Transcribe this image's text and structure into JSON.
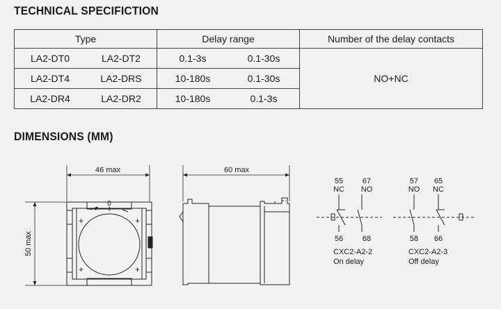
{
  "title_spec": "TECHNICAL SPECIFICTION",
  "title_dim": "DIMENSIONS (MM)",
  "table": {
    "headers": [
      "Type",
      "Delay range",
      "Number of the delay contacts"
    ],
    "rows": [
      {
        "type_a": "LA2-DT0",
        "type_b": "LA2-DT2",
        "range_a": "0.1-3s",
        "range_b": "0.1-30s"
      },
      {
        "type_a": "LA2-DT4",
        "type_b": "LA2-DRS",
        "range_a": "10-180s",
        "range_b": "0.1-30s"
      },
      {
        "type_a": "LA2-DR4",
        "type_b": "LA2-DR2",
        "range_a": "10-180s",
        "range_b": "0.1-3s"
      }
    ],
    "contacts": "NO+NC"
  },
  "drawing": {
    "width_label": "46 max",
    "height_label": "50 max",
    "depth_label": "60 max",
    "dial_zero": "0",
    "plus": "+"
  },
  "circuits": [
    {
      "top_left_num": "55",
      "top_left_type": "NC",
      "top_right_num": "67",
      "top_right_type": "NO",
      "bottom_left": "56",
      "bottom_right": "68",
      "model": "CXC2-A2-2",
      "mode": "On delay"
    },
    {
      "top_left_num": "57",
      "top_left_type": "NO",
      "top_right_num": "65",
      "top_right_type": "NC",
      "bottom_left": "58",
      "bottom_right": "66",
      "model": "CXC2-A2-3",
      "mode": "Off delay"
    }
  ]
}
